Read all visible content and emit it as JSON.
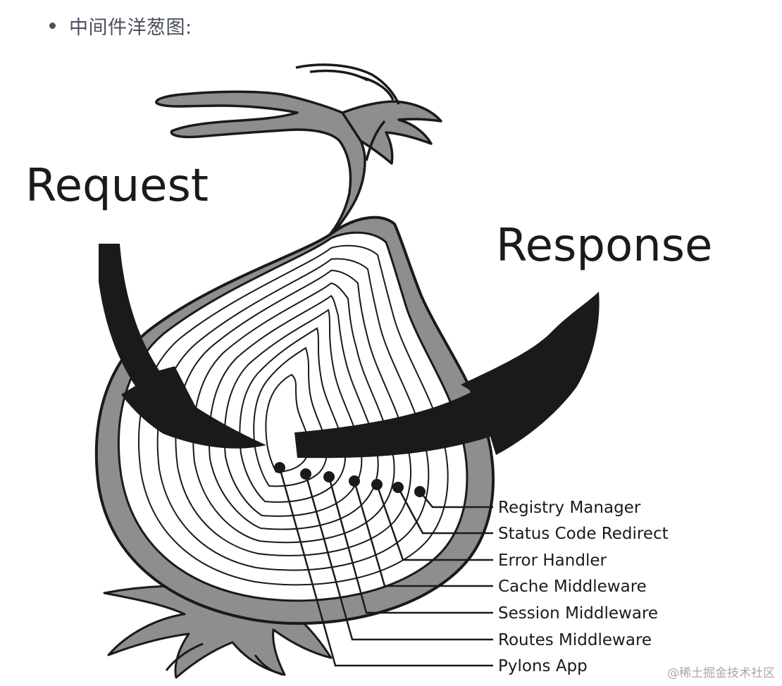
{
  "list": {
    "item_text": "中间件洋葱图:"
  },
  "diagram": {
    "request_label": "Request",
    "response_label": "Response",
    "layers": [
      "Registry Manager",
      "Status Code Redirect",
      "Error Handler",
      "Cache Middleware",
      "Session Middleware",
      "Routes Middleware",
      "Pylons App"
    ]
  },
  "watermark": "@稀土掘金技术社区",
  "colors": {
    "text": "#4a4f5c",
    "outline": "#1a1a1a",
    "skin_gray": "#8e8e8e",
    "watermark": "#a8a8a8"
  }
}
